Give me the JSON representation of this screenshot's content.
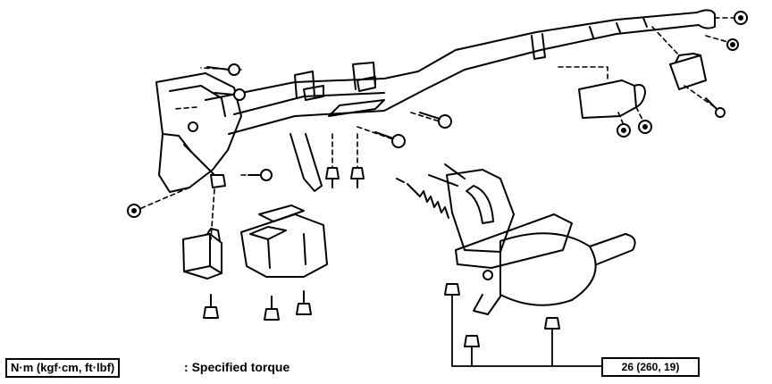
{
  "legend": {
    "unit_box": "N·m (kgf·cm, ft·lbf)",
    "colon": ":",
    "description": "Specified torque"
  },
  "callouts": {
    "torque_value": "26 (260, 19)"
  },
  "colors": {
    "ink": "#000000",
    "paper": "#ffffff"
  }
}
